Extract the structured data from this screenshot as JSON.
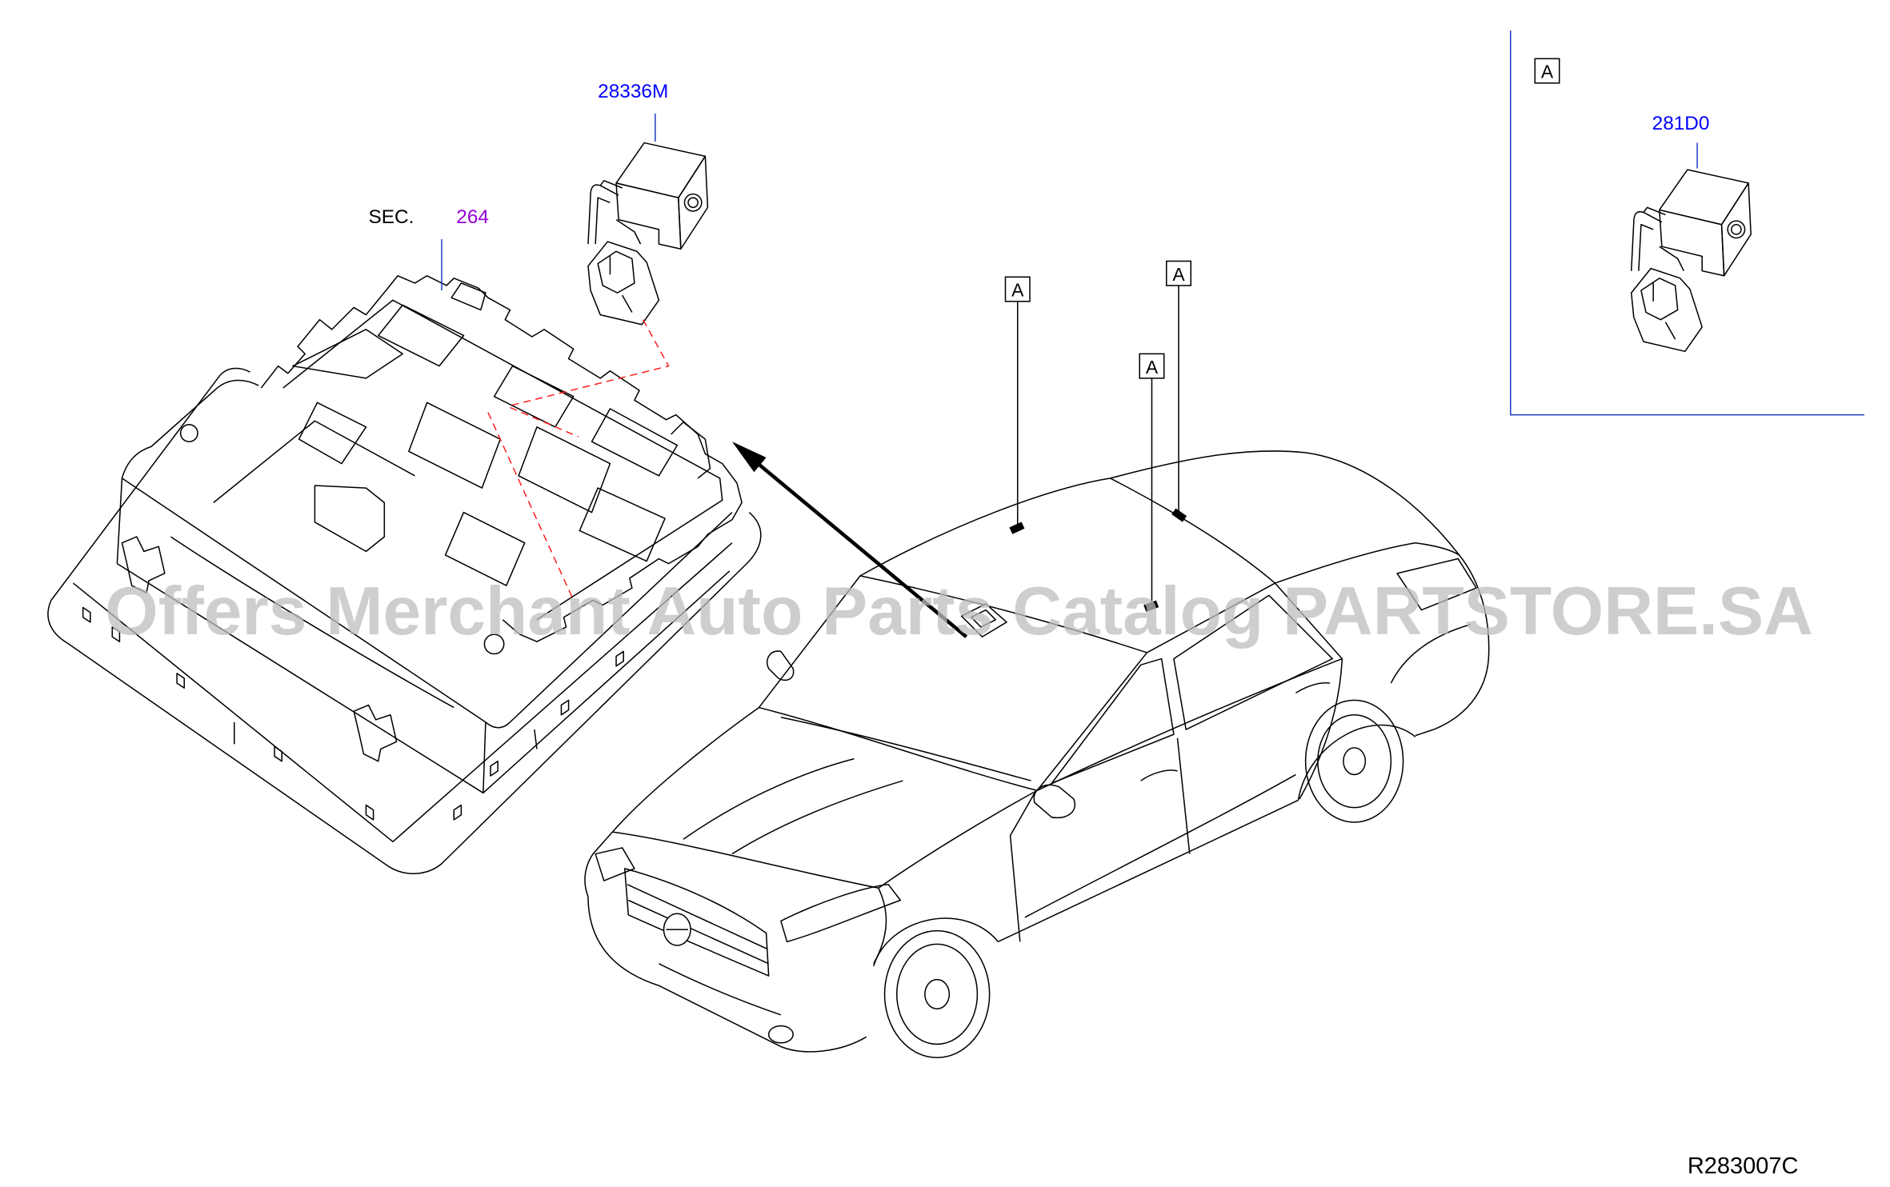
{
  "labels": {
    "part_upper": "28336M",
    "section_prefix": "SEC.",
    "section_number": "264",
    "part_inset": "281D0",
    "diagram_code": "R283007C"
  },
  "callouts": [
    "A",
    "A",
    "A",
    "A"
  ],
  "watermark": "Offers Merchant Auto Parts Catalog PARTSTORE.SA",
  "colors": {
    "part_number": "#0000ff",
    "section_number": "#9400d3",
    "leader": "#1f3fbf",
    "inset_frame": "#1f3fbf",
    "dashed": "#ff2020",
    "line": "#000000",
    "watermark": "#bdbdbd"
  }
}
